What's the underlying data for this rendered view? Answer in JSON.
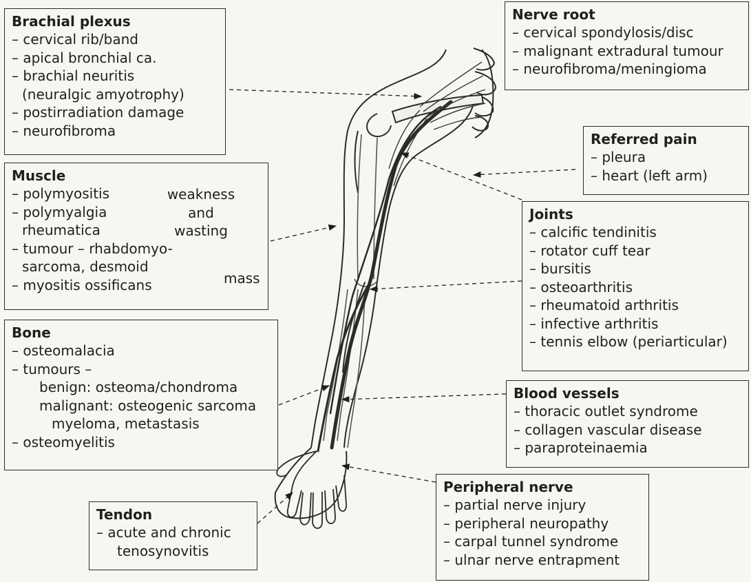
{
  "boxes": {
    "brachial_plexus": {
      "title": "Brachial plexus",
      "items": [
        "– cervical rib/band",
        "– apical bronchial ca.",
        "– brachial neuritis",
        "(neuralgic amyotrophy)",
        "– postirradiation damage",
        "– neurofibroma"
      ]
    },
    "nerve_root": {
      "title": "Nerve root",
      "items": [
        "– cervical spondylosis/disc",
        "– malignant extradural tumour",
        "– neurofibroma/meningioma"
      ]
    },
    "referred_pain": {
      "title": "Referred pain",
      "items": [
        "– pleura",
        "– heart (left arm)"
      ]
    },
    "muscle": {
      "title": "Muscle",
      "items": [
        "– polymyositis",
        "– polymyalgia",
        "rheumatica",
        "– tumour – rhabdomyo-",
        "sarcoma, desmoid",
        "– myositis ossificans"
      ],
      "group1_note": "weakness\nand\nwasting",
      "group1_note_lines": [
        "weakness",
        "and",
        "wasting"
      ],
      "group2_note": "mass"
    },
    "joints": {
      "title": "Joints",
      "items": [
        "– calcific tendinitis",
        "– rotator cuff tear",
        "– bursitis",
        "– osteoarthritis",
        "– rheumatoid arthritis",
        "– infective arthritis",
        "– tennis elbow (periarticular)"
      ]
    },
    "bone": {
      "title": "Bone",
      "items": [
        "– osteomalacia",
        "– tumours –",
        "benign: osteoma/chondroma",
        "malignant: osteogenic sarcoma",
        "myeloma, metastasis",
        "– osteomyelitis"
      ]
    },
    "blood_vessels": {
      "title": "Blood vessels",
      "items": [
        "– thoracic outlet syndrome",
        "– collagen vascular disease",
        "– paraproteinaemia"
      ]
    },
    "peripheral_nerve": {
      "title": "Peripheral nerve",
      "items": [
        "– partial nerve injury",
        "– peripheral neuropathy",
        "– carpal tunnel syndrome",
        "– ulnar nerve entrapment"
      ]
    },
    "tendon": {
      "title": "Tendon",
      "items": [
        "– acute and chronic",
        "tenosynovitis"
      ]
    }
  },
  "colors": {
    "ink": "#1f1f1f",
    "paper": "#f7f6f1",
    "vessel": "#2b2b2b"
  }
}
